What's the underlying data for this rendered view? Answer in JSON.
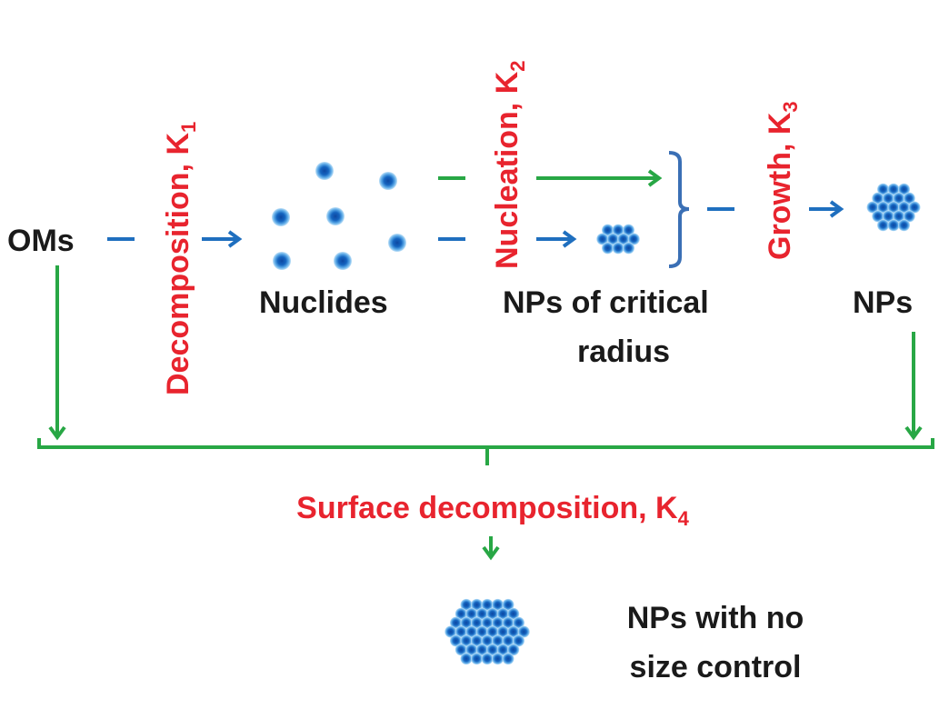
{
  "colors": {
    "red": "#e8242e",
    "blue": "#1f6fbf",
    "green": "#28a745",
    "black": "#1a1a1a",
    "particle_core": "#1565c0",
    "particle_halo": "#8ec9f0"
  },
  "labels": {
    "oms": "OMs",
    "nuclides": "Nuclides",
    "nps_critical_line1": "NPs of critical",
    "nps_critical_line2": "radius",
    "nps": "NPs",
    "nps_no_control_line1": "NPs with no",
    "nps_no_control_line2": "size control"
  },
  "steps": {
    "decomposition": {
      "text": "Decomposition, K",
      "sub": "1"
    },
    "nucleation": {
      "text": "Nucleation, K",
      "sub": "2"
    },
    "growth": {
      "text": "Growth, K",
      "sub": "3"
    },
    "surface_decomposition": {
      "text": "Surface decomposition, K",
      "sub": "4"
    }
  }
}
